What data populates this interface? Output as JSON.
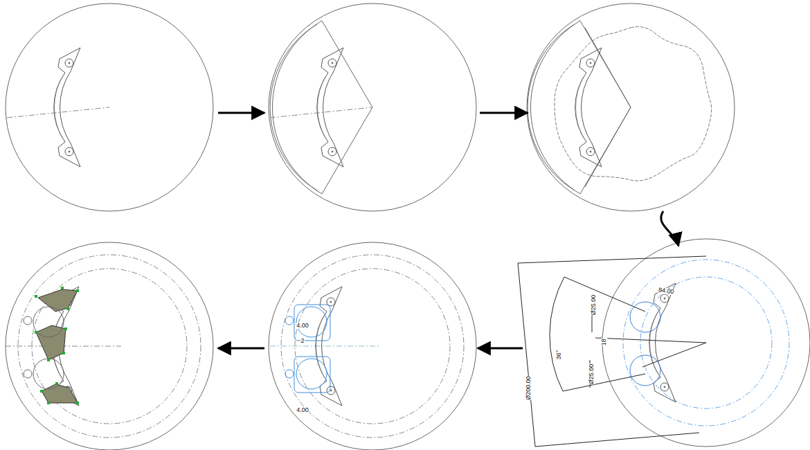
{
  "diagram": {
    "labels": [
      "Ø25.00",
      "36°",
      "18°",
      "Ø25.00",
      "84.00",
      "Ø200.00",
      "4.00",
      "2",
      "4.00"
    ]
  }
}
